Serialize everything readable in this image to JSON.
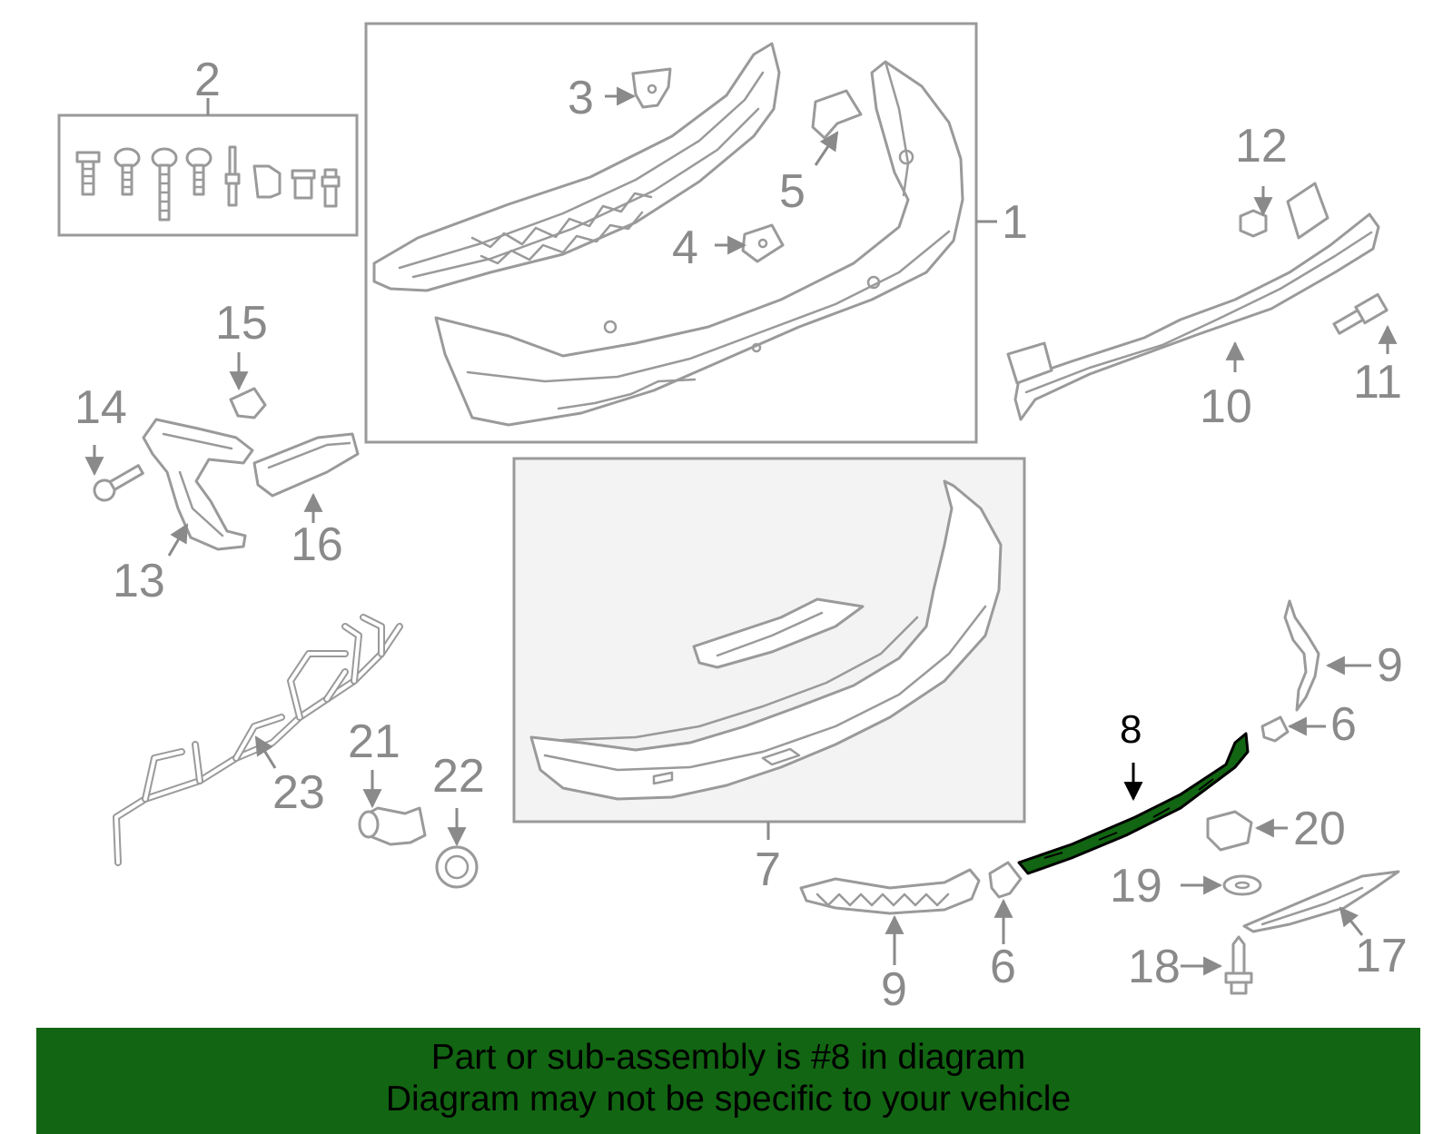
{
  "callouts": {
    "c1": "1",
    "c2": "2",
    "c3": "3",
    "c4": "4",
    "c5": "5",
    "c6a": "6",
    "c6b": "6",
    "c7": "7",
    "c8": "8",
    "c9a": "9",
    "c9b": "9",
    "c10": "10",
    "c11": "11",
    "c12": "12",
    "c13": "13",
    "c14": "14",
    "c15": "15",
    "c16": "16",
    "c17": "17",
    "c18": "18",
    "c19": "19",
    "c20": "20",
    "c21": "21",
    "c22": "22",
    "c23": "23"
  },
  "highlight": {
    "part_number": "8",
    "color": "#126512"
  },
  "banner": {
    "line1": "Part or sub-assembly is #8 in diagram",
    "line2": "Diagram may not be specific to your vehicle",
    "background": "#126512"
  }
}
